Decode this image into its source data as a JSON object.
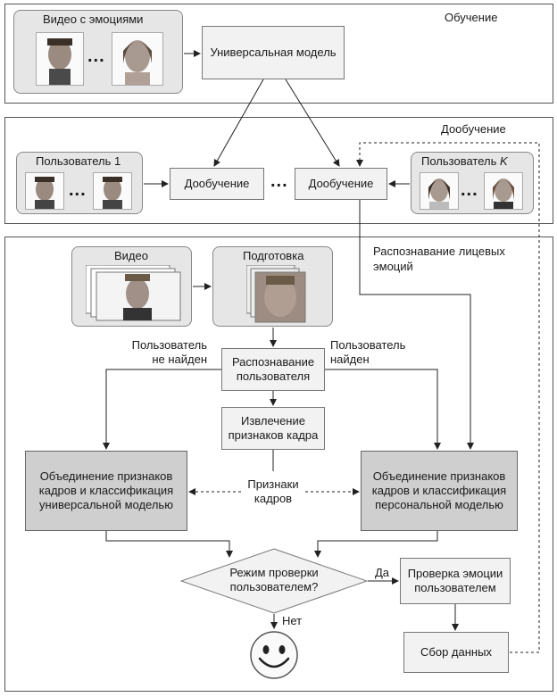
{
  "sections": {
    "training": "Обучение",
    "finetuning": "Дообучение",
    "recognition": "Распознавание лицевых эмоций"
  },
  "training": {
    "videos_label": "Видео с эмоциями",
    "model_label": "Универсальная модель",
    "ellipsis": "..."
  },
  "finetune": {
    "user1_label": "Пользователь 1",
    "userk_label": "Пользователь ",
    "userk_italic": "K",
    "finetune_left": "Дообучение",
    "finetune_right": "Дообучение",
    "ellipsis": "..."
  },
  "recognition": {
    "video_label": "Видео",
    "prep_label": "Подготовка",
    "user_not_found": "Пользователь не найден",
    "user_found": "Пользователь найден",
    "user_recognition": "Распознавание пользователя",
    "feature_extraction": "Извлечение признаков кадра",
    "frame_features": "Признаки кадров",
    "merge_universal": "Объединение признаков кадров и классификация универсальной моделью",
    "merge_personal": "Объединение признаков кадров и классификация персональной моделью",
    "check_mode": "Режим проверки пользователем?",
    "yes": "Да",
    "no": "Нет",
    "emotion_check": "Проверка эмоции пользователем",
    "data_collection": "Сбор данных"
  },
  "icons": [
    "face-photo-icon",
    "smiley-icon",
    "arrow-icon"
  ]
}
